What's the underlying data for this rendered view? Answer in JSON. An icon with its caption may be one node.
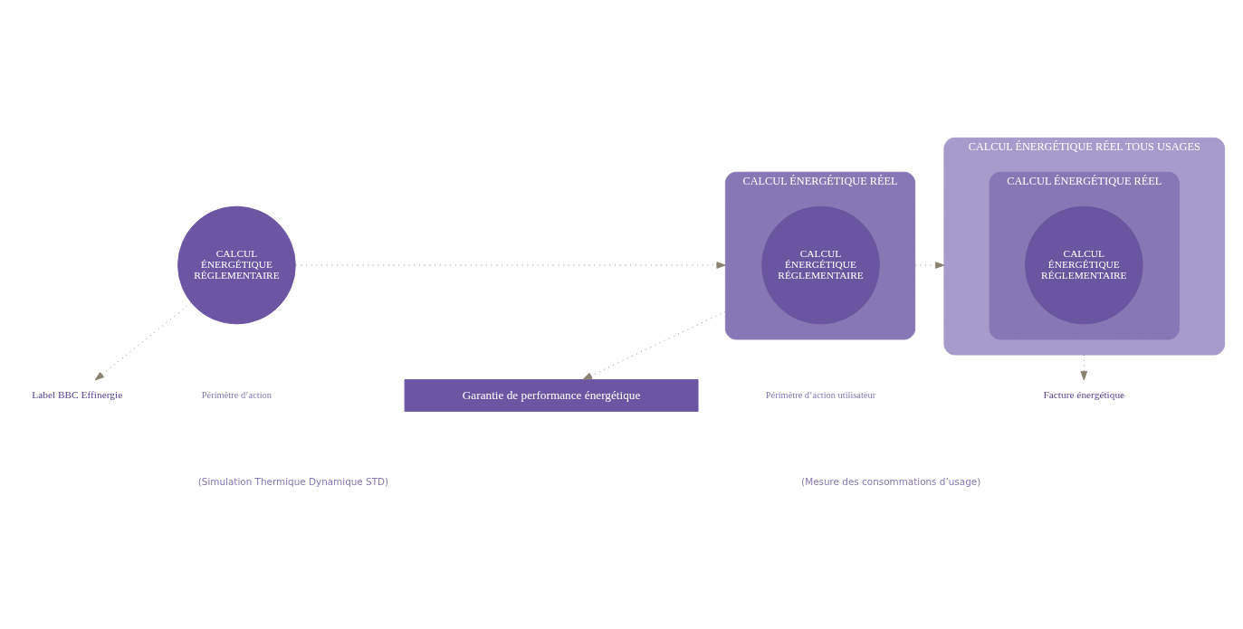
{
  "diagram": {
    "nodes": [
      {
        "text": [
          "CALCUL ÉNERGÉTIQUE RÉGLEMENTAIRE"
        ]
      },
      {
        "text": [
          "CALCUL ÉNERGÉTIQUE RÉEL"
        ]
      },
      {
        "text": [
          "CALCUL ÉNERGÉTIQUE RÉGLEMENTAIRE"
        ],
        "in": 1
      },
      {
        "text": [
          "CALCUL ÉNERGÉTIQUE RÉEL TOUS USAGES"
        ]
      },
      {
        "text": [
          "CALCUL ÉNERGÉTIQUE RÉEL"
        ],
        "in": 3
      },
      {
        "text": [
          "CALCUL ÉNERGÉTIQUE RÉGLEMENTAIRE"
        ],
        "in": 4
      },
      {
        "text": [
          "Label BBC Effinergie"
        ]
      },
      {
        "text": [
          "Garantie de performance énergétique"
        ]
      },
      {
        "text": [
          "Facture énergétique"
        ]
      }
    ],
    "edges": [
      {
        "from": 0,
        "to": 1,
        "arrow": "to"
      },
      {
        "from": 1,
        "to": 3,
        "arrow": "to"
      },
      {
        "from": 0,
        "to": 6,
        "arrow": "to"
      },
      {
        "from": 1,
        "to": 7,
        "arrow": "to"
      },
      {
        "from": 3,
        "to": 8,
        "arrow": "to"
      }
    ],
    "labels": [
      "Périmètre d’action",
      "(Simulation Thermique Dynamique STD)",
      "Périmètre d’action utilisateur",
      "(Mesure des consommations d’usage)"
    ]
  }
}
